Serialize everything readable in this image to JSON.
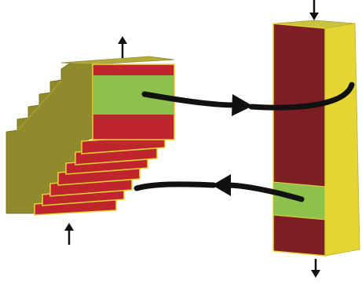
{
  "colors": {
    "dark_red": "#7c1e24",
    "red": "#c0252d",
    "green": "#8dc14b",
    "olive": "#8f8a2c",
    "olive_top": "#b2ab3a",
    "yellow": "#e5d534",
    "yellow_top": "#c9c43d",
    "edge": "#d4c23a",
    "arrow": "#111111",
    "background": "#ffffff"
  },
  "icons": {
    "flow_arrow_in": "curved-arrow-right",
    "flow_arrow_out": "curved-arrow-left",
    "direction_arrows": [
      "arrow-up",
      "arrow-down"
    ]
  },
  "diagram": {
    "left_block": {
      "stacked_layers": 8,
      "highlighted_band": "green"
    },
    "right_column": {
      "highlighted_band": "green"
    }
  }
}
